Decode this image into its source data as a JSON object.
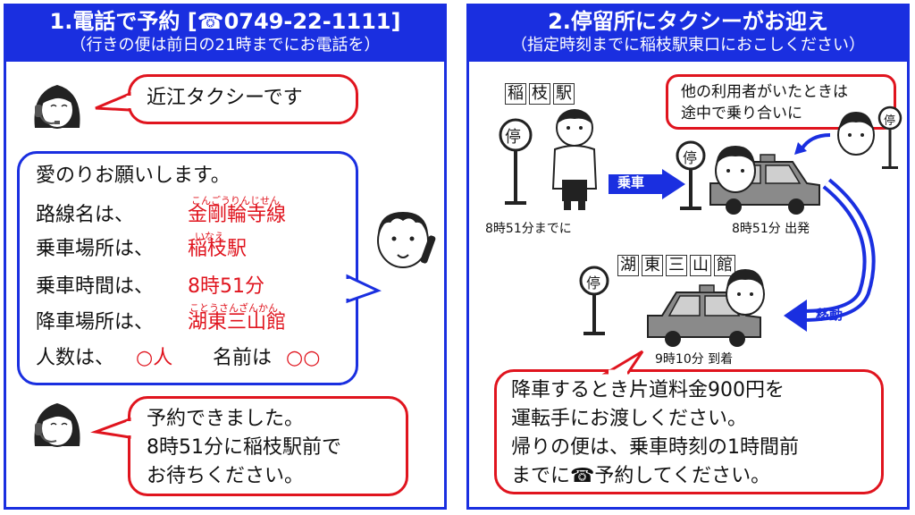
{
  "panel1": {
    "title": "1.電話で予約 [☎0749-22-1111]",
    "subtitle": "（行きの便は前日の21時までにお電話を）",
    "operator_line1": "近江タクシーです",
    "request_line": "愛のりお願いします。",
    "route_label": "路線名は、",
    "route_value": "金剛輪寺線",
    "route_ruby": "こんごうりんじせん",
    "board_label": "乗車場所は、",
    "board_value": "稲枝駅",
    "board_ruby": "いなえ",
    "time_label": "乗車時間は、",
    "time_value": "8時51分",
    "alight_label": "降車場所は、",
    "alight_value": "湖東三山館",
    "alight_ruby": "ことうさんざんかん",
    "people_label": "人数は、",
    "people_value": "○人",
    "name_label": "名前は",
    "name_value": "○○",
    "confirm_lines": [
      "予約できました。",
      "8時51分に稲枝駅前で",
      "お待ちください。"
    ]
  },
  "panel2": {
    "title": "2.停留所にタクシーがお迎え",
    "subtitle": "（指定時刻までに稲枝駅東口におこしください）",
    "stop_glyph": "停",
    "station_sign": [
      "稲",
      "枝",
      "駅"
    ],
    "station_caption": "8時51分までに",
    "board_arrow": "乗車",
    "share_lines": [
      "他の利用者がいたときは",
      "途中で乗り合いに"
    ],
    "depart_caption": "8時51分 出発",
    "move_arrow": "移動",
    "dest_sign": [
      "湖",
      "東",
      "三",
      "山",
      "館"
    ],
    "arrive_caption": "9時10分 到着",
    "note_lines": [
      "降車するとき片道料金900円を",
      "運転手にお渡しください。",
      "帰りの便は、乗車時刻の1時間前",
      "までに☎予約してください。"
    ]
  },
  "colors": {
    "accent_blue": "#1a2fe0",
    "accent_red": "#e0141e",
    "car_gray": "#8a8a8a"
  }
}
